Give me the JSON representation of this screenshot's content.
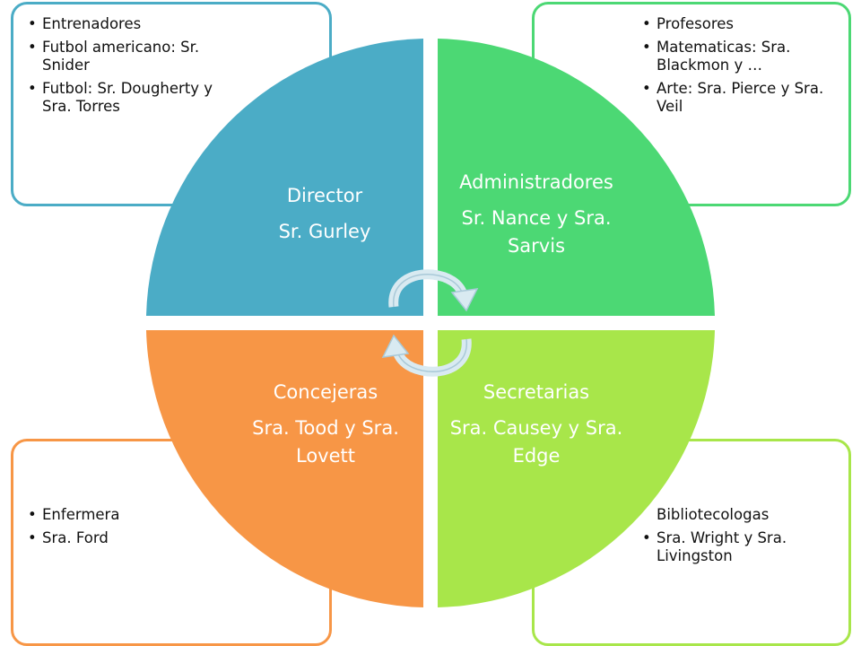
{
  "quadrants": {
    "top_left": {
      "title": "Director",
      "name": "Sr. Gurley",
      "color": "#4BACC6"
    },
    "top_right": {
      "title": "Administradores",
      "name": "Sr. Nance y Sra. Sarvis",
      "color": "#4CD874"
    },
    "bottom_left": {
      "title": "Concejeras",
      "name": "Sra. Tood y Sra. Lovett",
      "color": "#F79646"
    },
    "bottom_right": {
      "title": "Secretarias",
      "name": "Sra. Causey y Sra. Edge",
      "color": "#A8E64A"
    }
  },
  "boxes": {
    "top_left": {
      "items": [
        "Entrenadores",
        "Futbol americano: Sr. Snider",
        "Futbol: Sr. Dougherty y Sra. Torres"
      ]
    },
    "top_right": {
      "items": [
        "Profesores",
        "Matematicas: Sra. Blackmon y …",
        "Arte: Sra. Pierce y Sra. Veil"
      ]
    },
    "bottom_left": {
      "items": [
        "Enfermera",
        "Sra. Ford"
      ]
    },
    "bottom_right": {
      "items": [
        "Bibliotecologas",
        "Sra. Wright y Sra. Livingston"
      ]
    }
  },
  "icons": {
    "center": "cycle-arrows-icon"
  }
}
